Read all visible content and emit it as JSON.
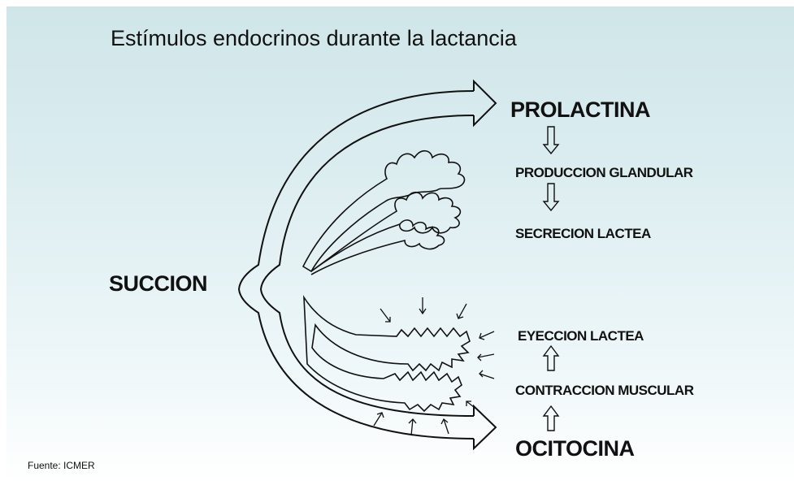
{
  "title": "Estímulos endocrinos durante la lactancia",
  "labels": {
    "succion": "SUCCION",
    "prolactina": "PROLACTINA",
    "produccion_glandular": "PRODUCCION GLANDULAR",
    "secrecion_lactea": "SECRECION LACTEA",
    "eyeccion_lactea": "EYECCION LACTEA",
    "contraccion_muscular": "CONTRACCION MUSCULAR",
    "ocitocina": "OCITOCINA"
  },
  "source": "Fuente: ICMER"
}
